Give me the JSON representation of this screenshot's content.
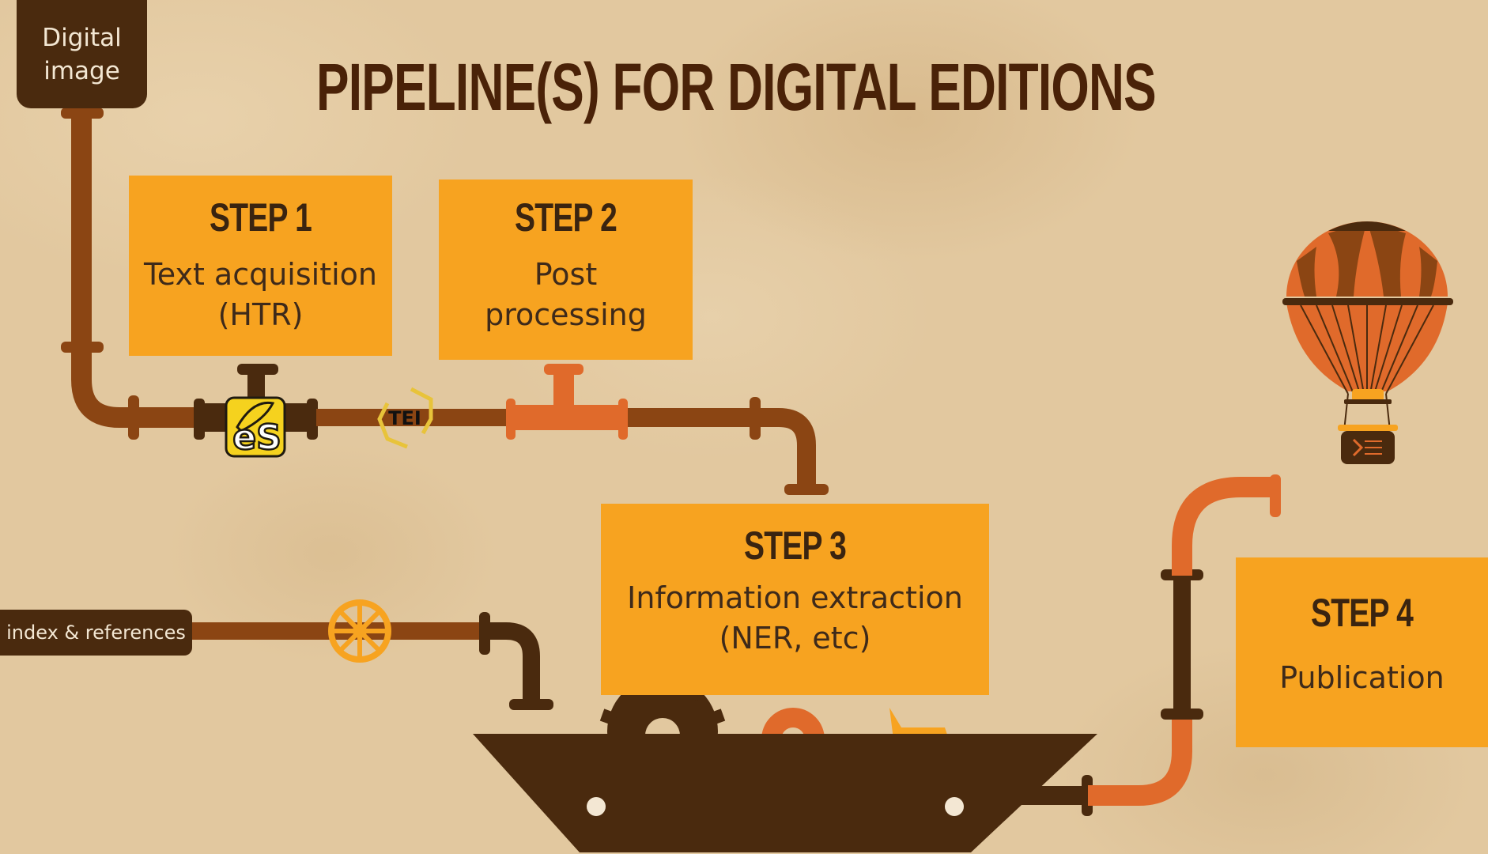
{
  "title": "PIPELINE(S) FOR DIGITAL EDITIONS",
  "input_tag": {
    "line1": "Digital",
    "line2": "image"
  },
  "output_tag": "index & references",
  "steps": [
    {
      "label": "STEP 1",
      "desc_line1": "Text acquisition",
      "desc_line2": "(HTR)"
    },
    {
      "label": "STEP 2",
      "desc_line1": "Post",
      "desc_line2": "processing"
    },
    {
      "label": "STEP 3",
      "desc_line1": "Information extraction",
      "desc_line2": "(NER, etc)"
    },
    {
      "label": "STEP 4",
      "desc_line1": "Publication"
    }
  ],
  "logos": {
    "escriptorium": "eS",
    "tei": "TEI"
  },
  "colors": {
    "background": "#e2c89f",
    "dark_brown": "#4a2a0e",
    "pipe_brown": "#8b4513",
    "pipe_orange": "#e06a2b",
    "step_orange": "#f7a320",
    "title": "#4a2208"
  }
}
